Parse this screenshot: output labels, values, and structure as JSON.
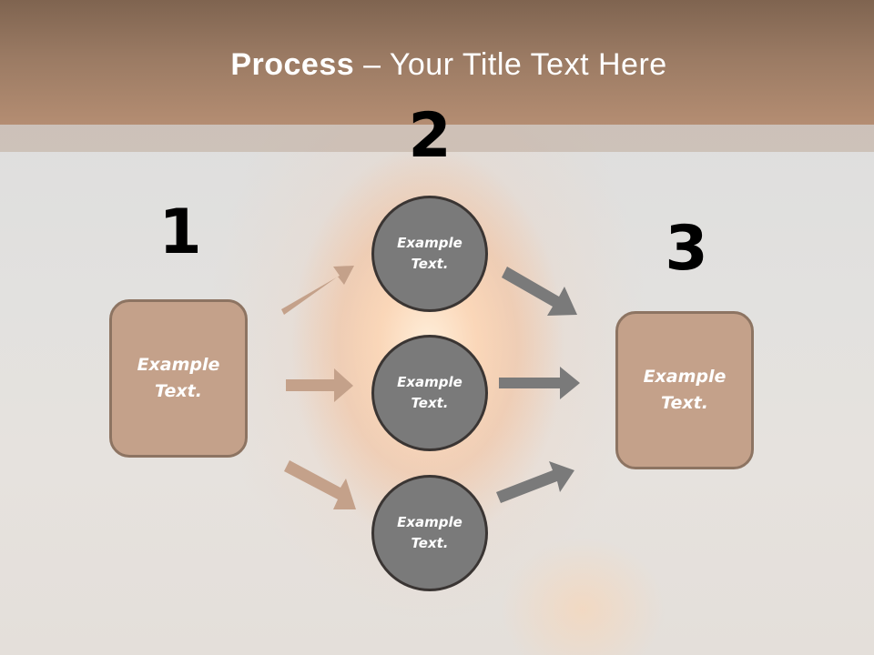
{
  "slide": {
    "title_bold": "Process",
    "title_rest": " – Your Title Text Here"
  },
  "colors": {
    "header": "#9a7a63",
    "box_fill": "#c4a18a",
    "box_border": "#8d7462",
    "circle_fill": "#7a7a7a",
    "circle_border": "#3a3533",
    "arrow_tan": "#c4a18a",
    "arrow_gray": "#7a7a7a"
  },
  "steps": [
    {
      "number": "1",
      "text": "Example\nText."
    },
    {
      "number": "2",
      "text": ""
    },
    {
      "number": "3",
      "text": "Example\nText."
    }
  ],
  "circles": [
    {
      "text": "Example\nText."
    },
    {
      "text": "Example\nText."
    },
    {
      "text": "Example\nText."
    }
  ],
  "arrows": [
    {
      "from": "step-1",
      "to": "circle-1",
      "color": "tan"
    },
    {
      "from": "step-1",
      "to": "circle-2",
      "color": "tan"
    },
    {
      "from": "step-1",
      "to": "circle-3",
      "color": "tan"
    },
    {
      "from": "circle-1",
      "to": "step-3",
      "color": "gray"
    },
    {
      "from": "circle-2",
      "to": "step-3",
      "color": "gray"
    },
    {
      "from": "circle-3",
      "to": "step-3",
      "color": "gray"
    }
  ]
}
